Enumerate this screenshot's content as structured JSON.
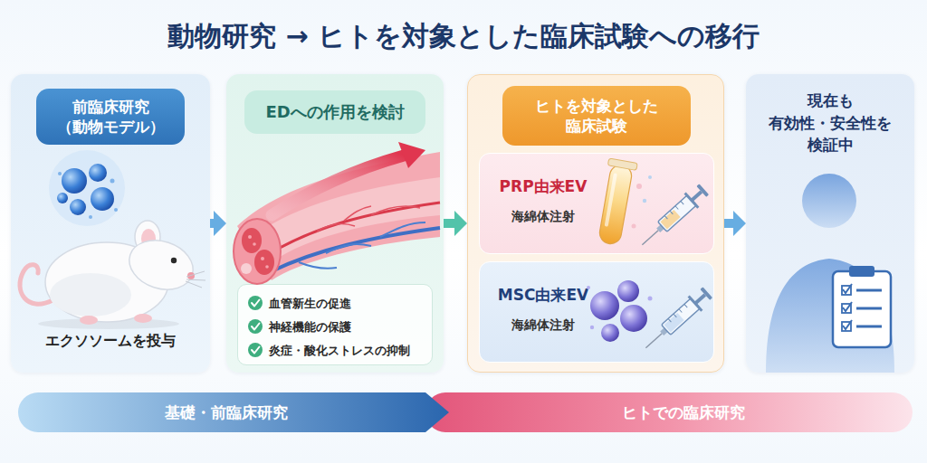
{
  "diagram": {
    "title": "動物研究 → ヒトを対象とした臨床試験への移行",
    "nodes": [
      {
        "text": [
          "前臨床研究 （動物モデル）",
          "エクソソームを投与"
        ]
      },
      {
        "text": [
          "EDへの作用を検討"
        ]
      },
      {
        "text": [
          "血管新生の促進",
          "神経機能の保護",
          "炎症・酸化ストレスの抑制"
        ],
        "in": 1
      },
      {
        "text": [
          "ヒトを対象とした 臨床試験"
        ]
      },
      {
        "text": [
          "PRP由来EV",
          "海綿体注射"
        ],
        "in": 3
      },
      {
        "text": [
          "MSC由来EV",
          "海綿体注射"
        ],
        "in": 3
      },
      {
        "text": [
          "現在も 有効性・安全性を 検証中"
        ]
      },
      {
        "text": [
          "基礎・前臨床研究"
        ]
      },
      {
        "text": [
          "ヒトでの臨床研究"
        ]
      }
    ],
    "edges": [
      {
        "from": 0,
        "to": 1,
        "arrow": "to"
      },
      {
        "from": 1,
        "to": 3,
        "arrow": "to"
      },
      {
        "from": 3,
        "to": 6,
        "arrow": "to"
      }
    ]
  }
}
